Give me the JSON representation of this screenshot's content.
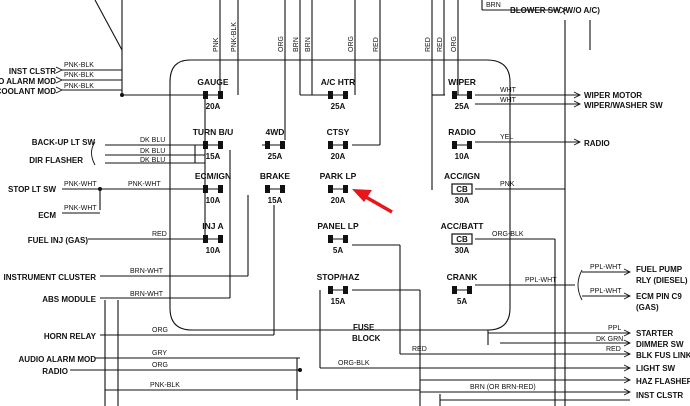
{
  "fuses": [
    {
      "name": "GAUGE",
      "amp": "20A"
    },
    {
      "name": "A/C HTR",
      "amp": "25A"
    },
    {
      "name": "WIPER",
      "amp": "25A"
    },
    {
      "name": "TURN B/U",
      "amp": "15A"
    },
    {
      "name": "4WD",
      "amp": "25A"
    },
    {
      "name": "CTSY",
      "amp": "20A"
    },
    {
      "name": "RADIO",
      "amp": "10A"
    },
    {
      "name": "ECM/IGN",
      "amp": "10A"
    },
    {
      "name": "BRAKE",
      "amp": "15A"
    },
    {
      "name": "PARK LP",
      "amp": "20A"
    },
    {
      "name": "ACC/IGN",
      "amp": "30A"
    },
    {
      "name": "INJ A",
      "amp": "10A"
    },
    {
      "name": "PANEL LP",
      "amp": "5A"
    },
    {
      "name": "ACC/BATT",
      "amp": "30A"
    },
    {
      "name": "STOP/HAZ",
      "amp": "15A"
    },
    {
      "name": "CRANK",
      "amp": "5A"
    }
  ],
  "cb": "CB",
  "fuse_block": {
    "line1": "FUSE",
    "line2": "BLOCK"
  },
  "left_labels": [
    "INST CLSTR",
    "O ALARM MOD",
    "COOLANT MOD",
    "BACK-UP LT SW",
    "DIR FLASHER",
    "STOP LT SW",
    "ECM",
    "FUEL INJ (GAS)",
    "INSTRUMENT CLUSTER",
    "ABS MODULE",
    "HORN RELAY",
    "AUDIO ALARM MOD",
    "RADIO"
  ],
  "right_labels": [
    "BLOWER SW (W/O A/C)",
    "WIPER MOTOR",
    "WIPER/WASHER SW",
    "RADIO",
    "FUEL PUMP",
    "RLY (DIESEL)",
    "ECM PIN C9",
    "(GAS)",
    "STARTER",
    "DIMMER SW",
    "BLK FUS LINK",
    "LIGHT SW",
    "HAZ FLASHER",
    "INST CLSTR"
  ],
  "wire_colors": {
    "pnk_blk": "PNK-BLK",
    "dk_blu": "DK BLU",
    "pnk_wht": "PNK-WHT",
    "red": "RED",
    "brn_wht": "BRN-WHT",
    "org": "ORG",
    "gry": "GRY",
    "brn": "BRN",
    "wht": "WHT",
    "yel": "YEL",
    "pnk": "PNK",
    "org_blk": "ORG-BLK",
    "ppl_wht": "PPL-WHT",
    "ppl": "PPL",
    "dk_grn": "DK GRN",
    "brn_or_brn_red": "BRN (OR BRN-RED)"
  },
  "colors": {
    "ink": "#111111",
    "arrow": "#e8151b"
  }
}
